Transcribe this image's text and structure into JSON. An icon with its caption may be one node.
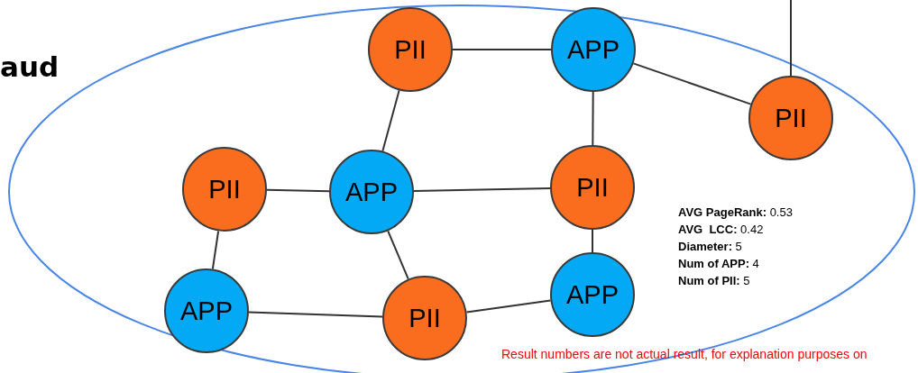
{
  "diagram": {
    "title": "aud",
    "nodes": [
      {
        "text": [
          "PII"
        ]
      },
      {
        "text": [
          "APP"
        ]
      },
      {
        "text": [
          "PII"
        ]
      },
      {
        "text": [
          "PII"
        ]
      },
      {
        "text": [
          "APP"
        ]
      },
      {
        "text": [
          "PII"
        ]
      },
      {
        "text": [
          "APP"
        ]
      },
      {
        "text": [
          "PII"
        ]
      },
      {
        "text": [
          "APP"
        ]
      }
    ],
    "edges": [
      {
        "from": 0,
        "to": 1,
        "arrow": "none"
      },
      {
        "from": 1,
        "to": 2,
        "arrow": "none"
      },
      {
        "from": 0,
        "to": 4,
        "arrow": "none"
      },
      {
        "from": 1,
        "to": 5,
        "arrow": "none"
      },
      {
        "from": 3,
        "to": 4,
        "arrow": "none"
      },
      {
        "from": 4,
        "to": 5,
        "arrow": "none"
      },
      {
        "from": 3,
        "to": 6,
        "arrow": "none"
      },
      {
        "from": 4,
        "to": 7,
        "arrow": "none"
      },
      {
        "from": 5,
        "to": 8,
        "arrow": "none"
      },
      {
        "from": 6,
        "to": 7,
        "arrow": "none"
      },
      {
        "from": 7,
        "to": 8,
        "arrow": "none"
      },
      {
        "from": null,
        "to": 2,
        "arrow": "none"
      }
    ],
    "labels": [
      "**AVG PageRank:** 0.53",
      "**AVG  LCC:** 0.42",
      "**Diameter:** 5",
      "**Num of APP:** 4",
      "**Num of PII:** 5",
      "Result numbers are not actual result, for explanation purposes on"
    ]
  }
}
